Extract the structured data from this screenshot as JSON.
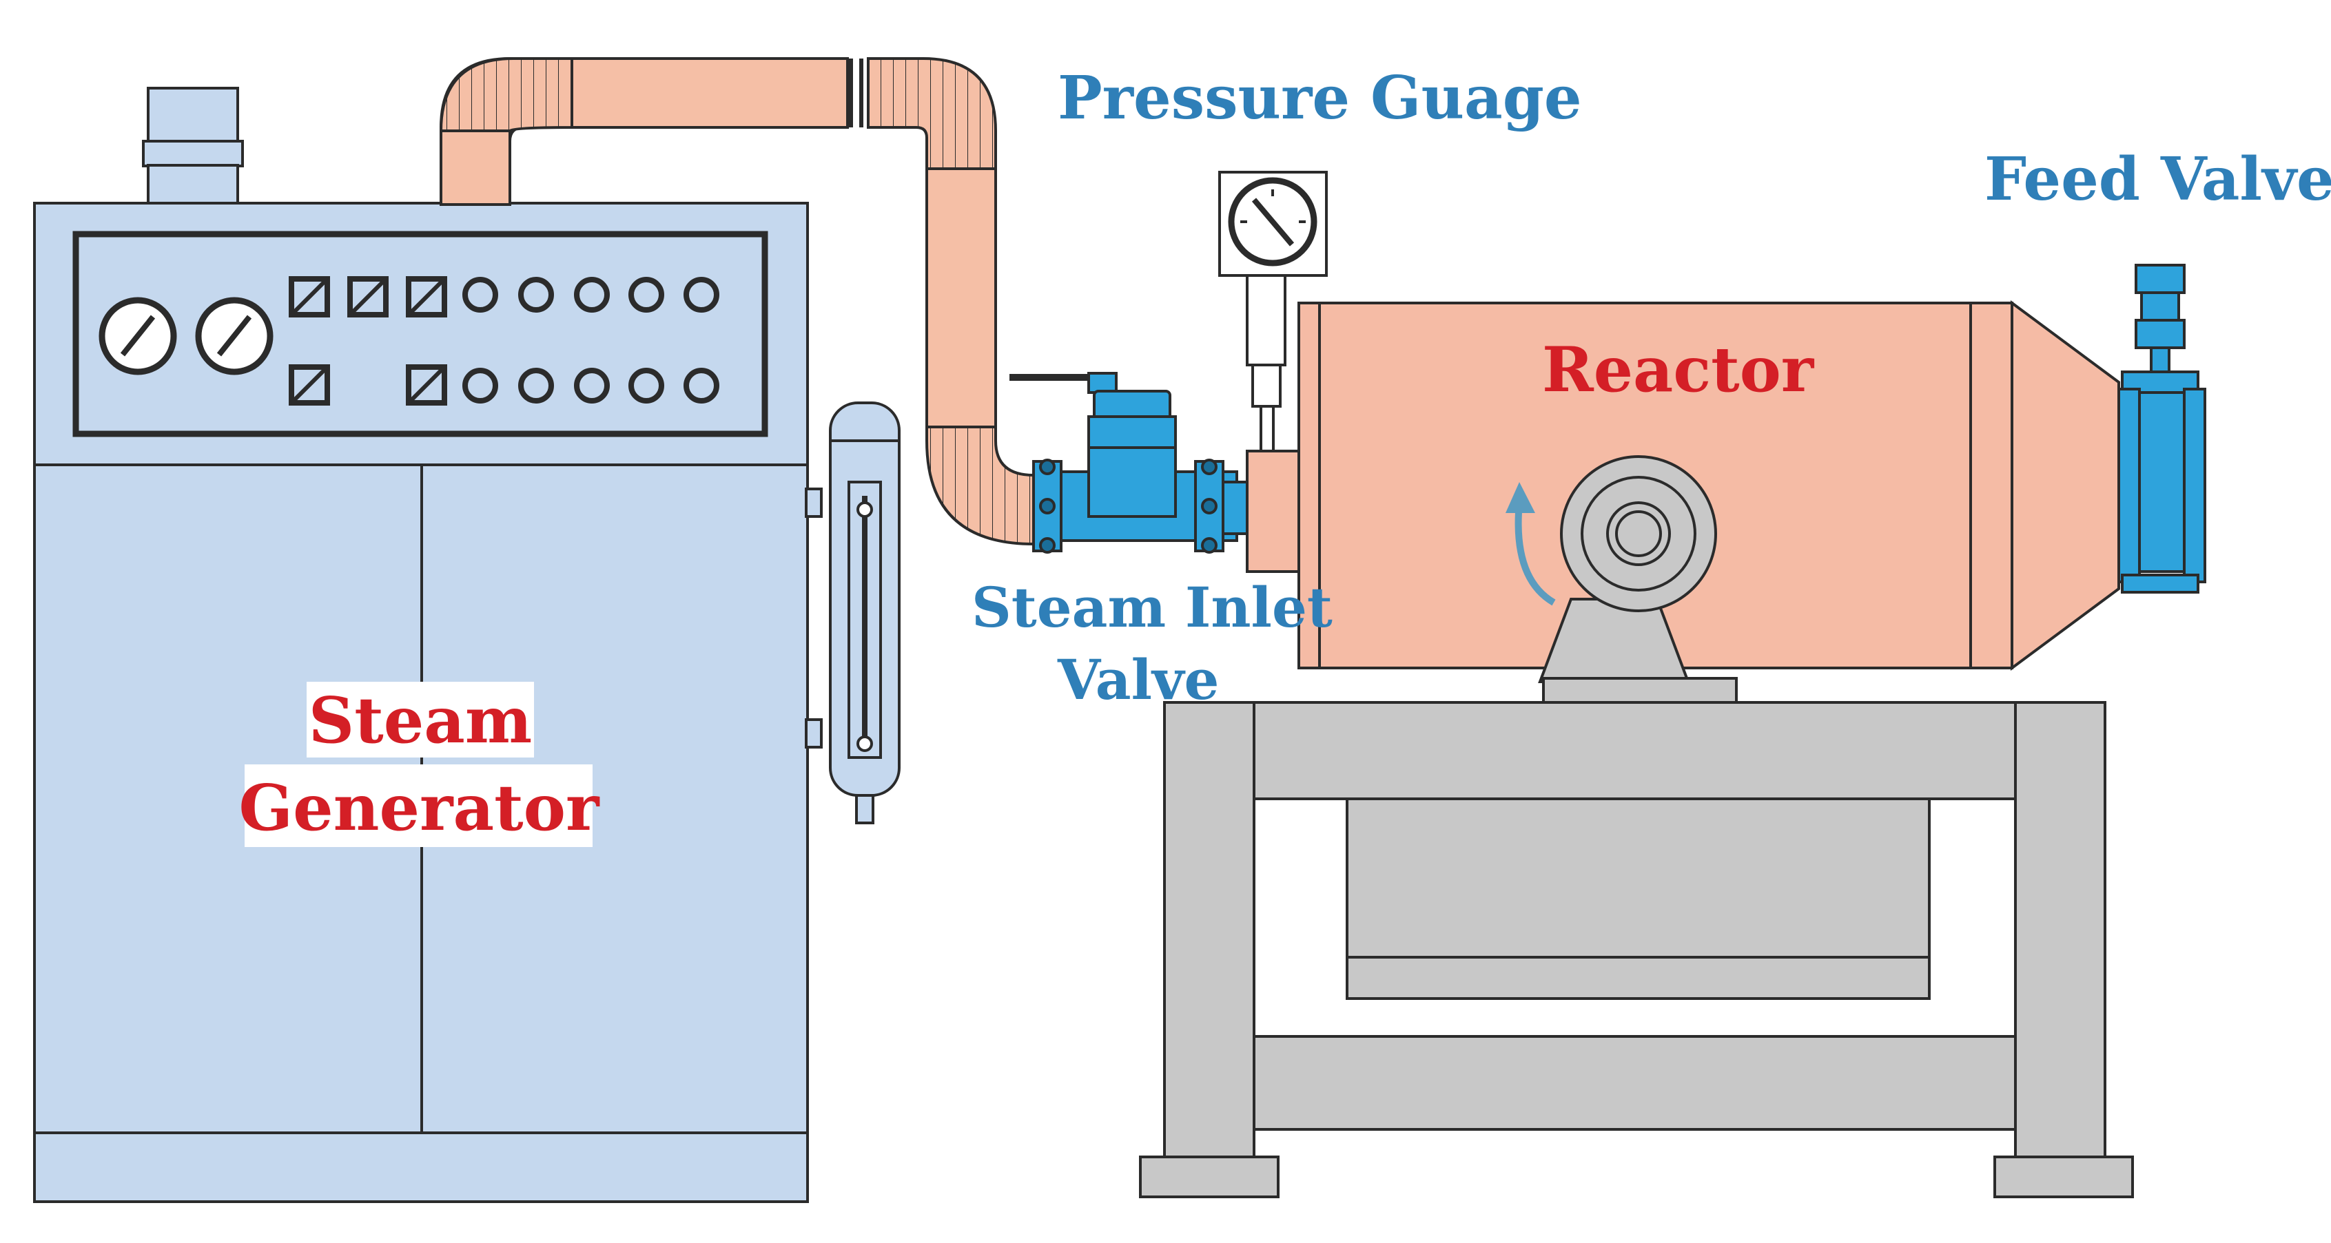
{
  "labels": {
    "pressure_gauge": "Pressure Guage",
    "feed_valve": "Feed Valve",
    "reactor": "Reactor",
    "steam_inlet_valve_line1": "Steam Inlet",
    "steam_inlet_valve_line2": "Valve",
    "steam_generator_line1": "Steam",
    "steam_generator_line2": "Generator"
  },
  "colors": {
    "generator_body": "#c5d8ee",
    "steam_pipe": "#f5bfa6",
    "reactor_body": "#f5bba5",
    "valve_blue": "#2ea3dc",
    "stand_gray": "#c8c8c8",
    "label_blue": "#2f7fb8",
    "label_red": "#d41f26",
    "rotation_arrow": "#5b9cbf"
  },
  "icons": {
    "control_panel_dials": "pressure-dial-icon",
    "rotation": "rotation-arrow-icon"
  }
}
